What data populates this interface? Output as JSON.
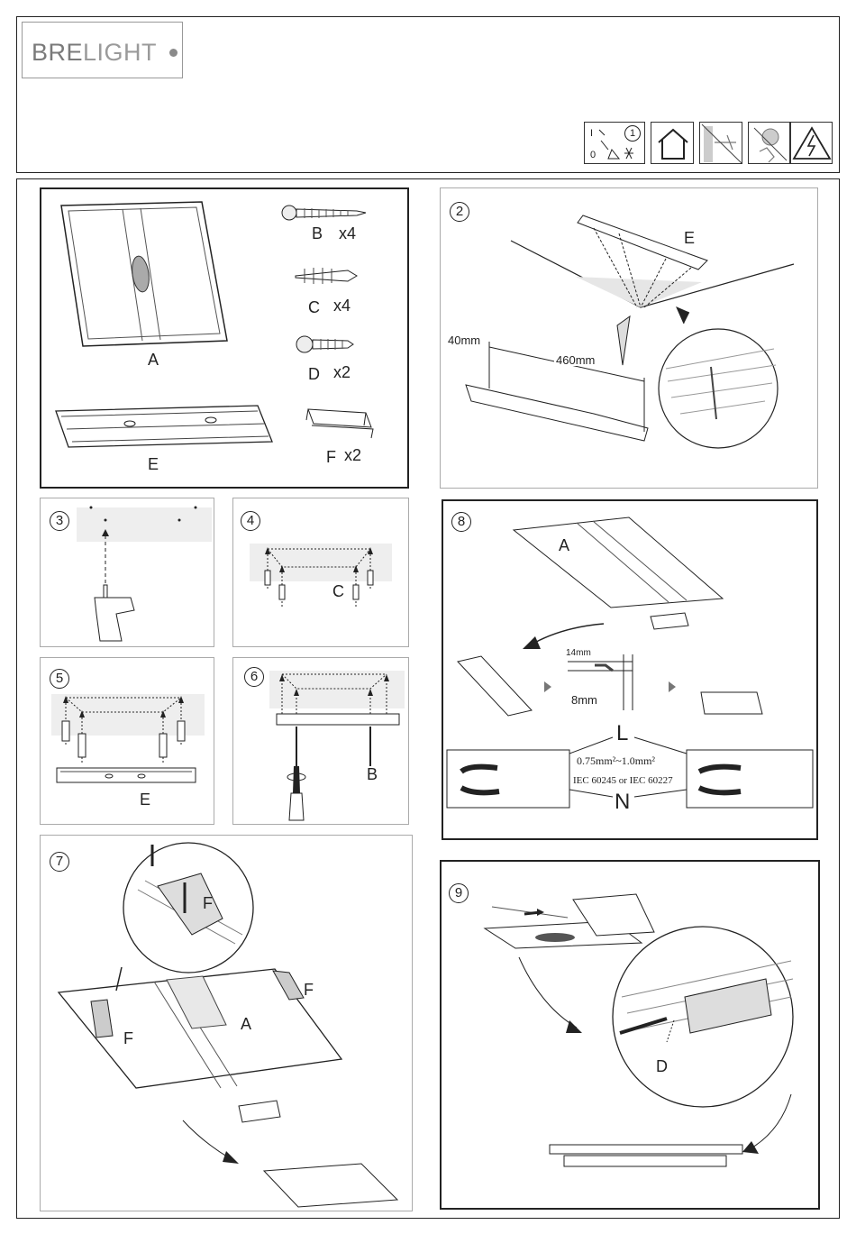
{
  "header": {
    "brand_bold": "BRE",
    "brand_light": "LIGHT",
    "symbols": {
      "switch_on": "I",
      "switch_off": "0",
      "step_one": "1",
      "icons": [
        "power-off-warning-icon",
        "indoor-use-icon",
        "no-covering-icon",
        "no-led-touch-icon",
        "electric-shock-warning-icon"
      ]
    }
  },
  "steps": {
    "s1": {
      "labels": {
        "a": "A",
        "b": "B",
        "b_qty": "x4",
        "c": "C",
        "c_qty": "x4",
        "d": "D",
        "d_qty": "x2",
        "e": "E",
        "f": "F",
        "f_qty": "x2"
      }
    },
    "s2": {
      "num": "2",
      "e": "E",
      "dim_left": "40mm",
      "dim_span": "460mm"
    },
    "s3": {
      "num": "3"
    },
    "s4": {
      "num": "4",
      "c": "C"
    },
    "s5": {
      "num": "5",
      "e": "E"
    },
    "s6": {
      "num": "6",
      "b": "B"
    },
    "s7": {
      "num": "7",
      "f1": "F",
      "f2": "F",
      "f3": "F",
      "a": "A"
    },
    "s8": {
      "num": "8",
      "a": "A",
      "strip": "14mm",
      "gap": "8mm",
      "l": "L",
      "n": "N",
      "spec1": "0.75mm²~1.0mm²",
      "spec2": "IEC 60245 or IEC 60227",
      "term_l": "L",
      "term_n": "N"
    },
    "s9": {
      "num": "9",
      "d": "D"
    }
  }
}
